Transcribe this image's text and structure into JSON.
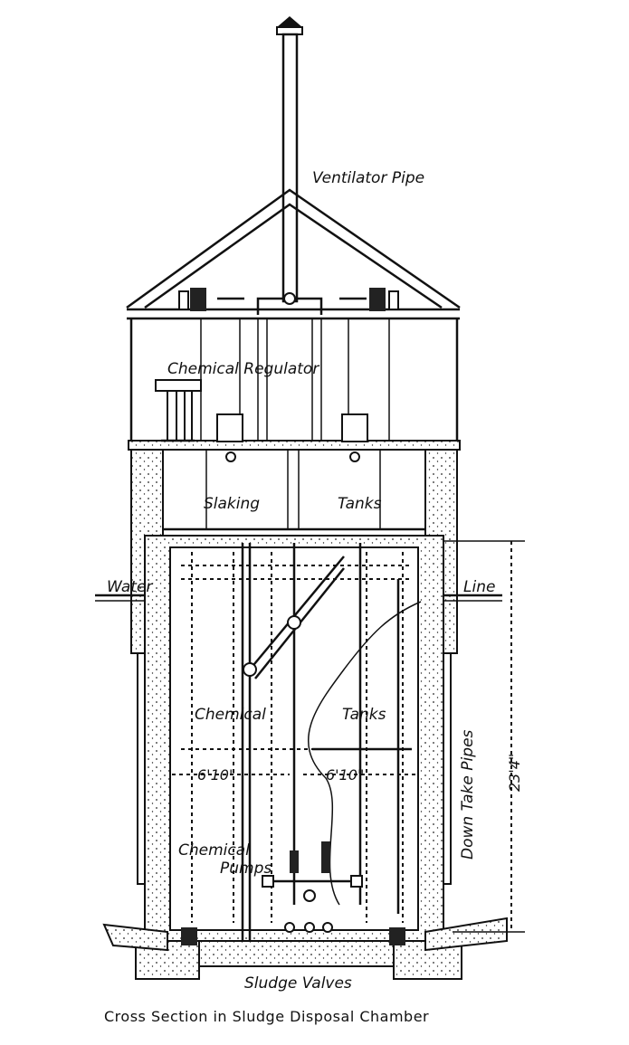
{
  "labels": {
    "ventilator_pipe": "Ventilator Pipe",
    "chemical_regulator": "Chemical Regulator",
    "slaking": "Slaking",
    "tanks_upper": "Tanks",
    "water": "Water",
    "line": "Line",
    "chemical": "Chemical",
    "tanks_lower": "Tanks",
    "down_take_pipes": "Down Take Pipes",
    "chemical_pumps_1": "Chemical",
    "chemical_pumps_2": "Pumps",
    "sludge_valves": "Sludge Valves"
  },
  "dimensions": {
    "left_width": "6'10\"",
    "right_width": "6'10\"",
    "height": "23'4\""
  },
  "caption": "Cross Section in Sludge Disposal Chamber"
}
